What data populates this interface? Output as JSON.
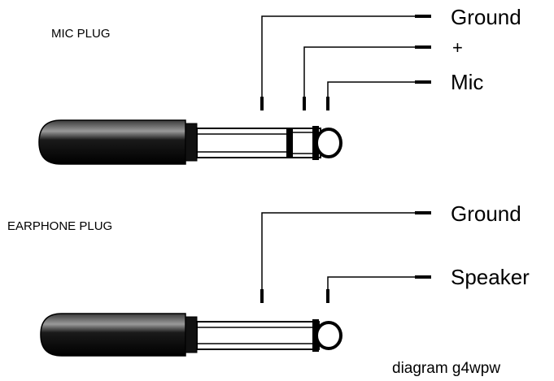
{
  "mic_plug": {
    "title": "MIC PLUG",
    "labels": {
      "ground": "Ground",
      "plus": "+",
      "mic": "Mic"
    }
  },
  "earphone_plug": {
    "title": "EARPHONE PLUG",
    "labels": {
      "ground": "Ground",
      "speaker": "Speaker"
    }
  },
  "credit": "diagram g4wpw"
}
